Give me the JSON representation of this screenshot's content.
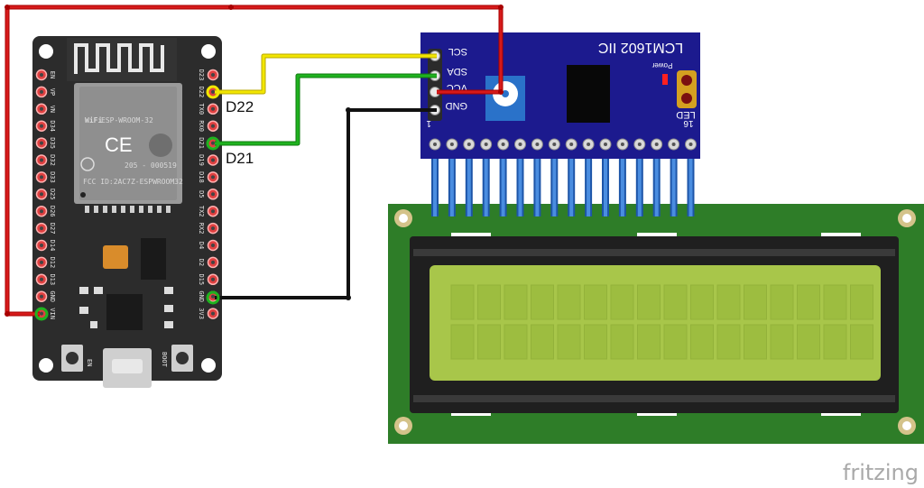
{
  "wire_labels": {
    "d22": "D22",
    "d21": "D21"
  },
  "esp32": {
    "left_pins": [
      "EN",
      "VP",
      "VN",
      "D34",
      "D35",
      "D32",
      "D33",
      "D25",
      "D26",
      "D27",
      "D14",
      "D12",
      "D13",
      "GND",
      "VIN"
    ],
    "right_pins": [
      "D23",
      "D22",
      "TX0",
      "RX0",
      "D21",
      "D19",
      "D18",
      "D5",
      "TX2",
      "RX2",
      "D4",
      "D2",
      "D15",
      "GND",
      "3V3"
    ],
    "module_name": "ESP-WROOM-32",
    "fcc_id": "FCC ID:2AC7Z-ESPWROOM32",
    "cert": "205 - 000519",
    "wifi_logo": "WiFi",
    "ce_mark": "CE",
    "en_label": "EN",
    "boot_label": "BOOT"
  },
  "i2c_module": {
    "title": "LCM1602 IIC",
    "pins": [
      "SCL",
      "SDA",
      "VCC",
      "GND"
    ],
    "power_label": "Power",
    "led_label": "LED",
    "pin_first": "1",
    "pin_last": "16"
  },
  "watermark": "fritzing",
  "colors": {
    "board": "#2a2a2a",
    "module_blue": "#1a1a8c",
    "lcd_pcb": "#2f7a2a",
    "lcd_screen": "#a9c84a",
    "wire_red": "#cc0000",
    "wire_yellow": "#f2e600",
    "wire_green": "#1aa81a",
    "wire_black": "#111111",
    "wire_blue": "#2a6fc9"
  }
}
